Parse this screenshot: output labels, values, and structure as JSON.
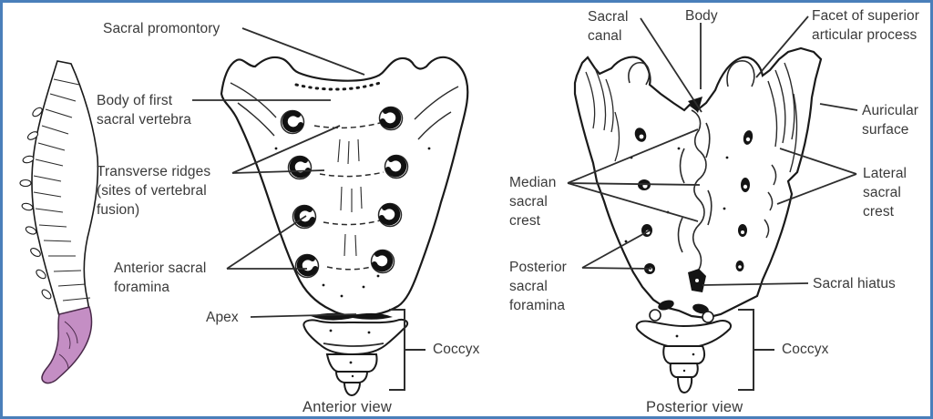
{
  "palette": {
    "border_blue": "#4a7fba",
    "highlight_purple": "#c48ec4",
    "ink": "#3a3a3a"
  },
  "spine_thumbnail": {
    "icon": "vertebral-column-lateral-icon",
    "highlighted_region": "sacrum-and-coccyx"
  },
  "anterior_view": {
    "caption": "Anterior view",
    "labels": {
      "sacral_promontory": "Sacral promontory",
      "body_of_first_sacral_vertebra": "Body of first\nsacral vertebra",
      "transverse_ridges": "Transverse ridges\n(sites of vertebral\nfusion)",
      "anterior_sacral_foramina": "Anterior sacral\nforamina",
      "apex": "Apex",
      "coccyx": "Coccyx"
    }
  },
  "posterior_view": {
    "caption": "Posterior view",
    "labels": {
      "sacral_canal": "Sacral\ncanal",
      "body": "Body",
      "facet_of_superior_articular_process": "Facet of superior\narticular process",
      "auricular_surface": "Auricular\nsurface",
      "median_sacral_crest": "Median\nsacral\ncrest",
      "lateral_sacral_crest": "Lateral\nsacral\ncrest",
      "posterior_sacral_foramina": "Posterior\nsacral\nforamina",
      "sacral_hiatus": "Sacral hiatus",
      "coccyx": "Coccyx"
    }
  }
}
